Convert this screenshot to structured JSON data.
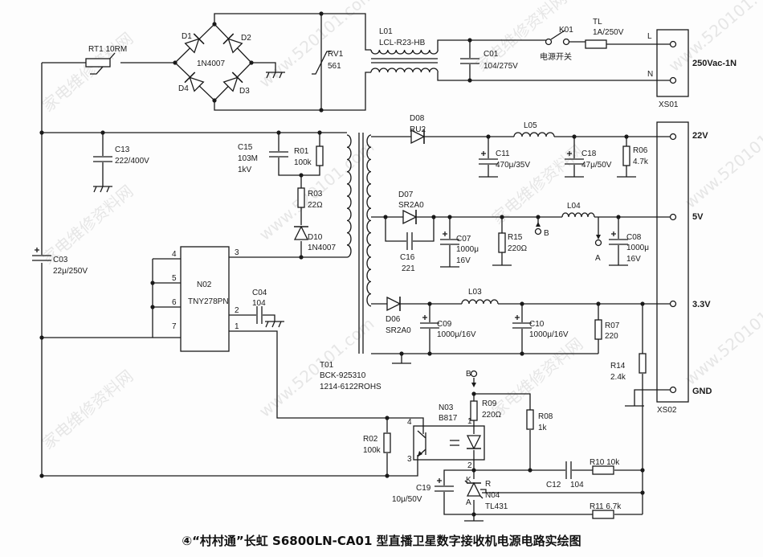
{
  "title": "④“村村通”长虹 S6800LN-CA01 型直播卫星数字接收机电源电路实绘图",
  "watermarks": [
    "家电维修资料网",
    "www.520101.com"
  ],
  "labels": {
    "rt1": "RT1 10RM",
    "d1": "D1",
    "d2": "D2",
    "d3": "D3",
    "d4": "D4",
    "bridge": "1N4007",
    "rv1": "RV1",
    "rv1v": "561",
    "l01": "L01",
    "l01v": "LCL-R23-HB",
    "c01": "C01",
    "c01v": "104/275V",
    "k01": "K01",
    "switch": "电源开关",
    "tl": "TL",
    "tlv": "1A/250V",
    "L": "L",
    "N": "N",
    "xs01v": "250Vac-1N",
    "xs01": "XS01",
    "c13": "C13",
    "c13v": "222/400V",
    "c15": "C15",
    "c15v": "103M",
    "c15v2": "1kV",
    "r01": "R01",
    "r01v": "100k",
    "r03": "R03",
    "r03v": "22Ω",
    "d10": "D10",
    "d10v": "1N4007",
    "c03": "C03",
    "c03v": "22μ/250V",
    "n02": "N02",
    "n02v": "TNY278PN",
    "c04": "C04",
    "c04v": "104",
    "p4": "4",
    "p5": "5",
    "p6": "6",
    "p7": "7",
    "p3": "3",
    "p2": "2",
    "p1": "1",
    "d08": "D08",
    "d08v": "RU2",
    "l05": "L05",
    "c11": "C11",
    "c11v": "470μ/35V",
    "c18": "C18",
    "c18v": "47μ/50V",
    "r06": "R06",
    "r06v": "4.7k",
    "d07": "D07",
    "d07v": "SR2A0",
    "c16": "C16",
    "c16v": "221",
    "c07": "C07",
    "c07v": "1000μ",
    "c07v2": "16V",
    "r15": "R15",
    "r15v": "220Ω",
    "B1": "B",
    "l04": "L04",
    "A": "A",
    "c08": "C08",
    "c08v": "1000μ",
    "c08v2": "16V",
    "d06": "D06",
    "d06v": "SR2A0",
    "l03": "L03",
    "c09": "C09",
    "c09v": "1000μ/16V",
    "c10": "C10",
    "c10v": "1000μ/16V",
    "r07": "R07",
    "r07v": "220",
    "t01": "T01",
    "t01v": "BCK-925310",
    "t01v2": "1214-6122ROHS",
    "r14": "R14",
    "r14v": "2.4k",
    "v22": "22V",
    "v5": "5V",
    "v33": "3.3V",
    "gnd": "GND",
    "xs02": "XS02",
    "B2": "B",
    "r09": "R09",
    "r09v": "220Ω",
    "n03": "N03",
    "n03v": "B817",
    "r08": "R08",
    "r08v": "1k",
    "r02": "R02",
    "r02v": "100k",
    "o4": "4",
    "o3": "3",
    "o1": "1",
    "o2": "2",
    "c12": "C12",
    "c12v": "104",
    "r10": "R10  10k",
    "r11": "R11  6.7k",
    "c19": "C19",
    "c19v": "10μ/50V",
    "K": "K",
    "R": "R",
    "n04": "N04",
    "n04v": "TL431",
    "A2": "A"
  }
}
